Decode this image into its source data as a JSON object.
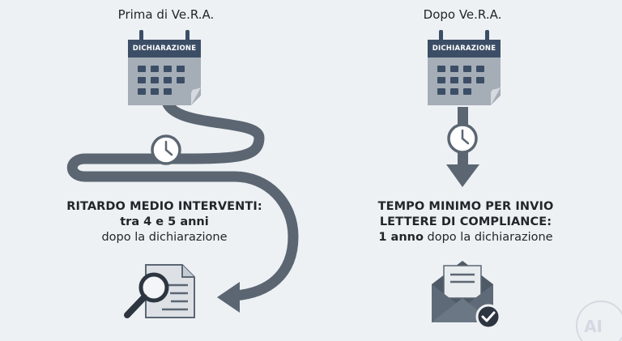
{
  "left": {
    "title": "Prima di Ve.R.A.",
    "calendar_label": "DICHIARAZIONE",
    "caption_line1": "RITARDO MEDIO INTERVENTI:",
    "caption_line2": "tra 4 e 5 anni",
    "caption_line3": "dopo la dichiarazione"
  },
  "right": {
    "title": "Dopo Ve.R.A.",
    "calendar_label": "DICHIARAZIONE",
    "caption_line1": "TEMPO MINIMO PER INVIO",
    "caption_line2": "LETTERE DI COMPLIANCE:",
    "caption_line3_bold": "1 anno",
    "caption_line3_rest": " dopo la dichiarazione"
  },
  "watermark": "AI",
  "colors": {
    "slate": "#5b6672",
    "calendar_header": "#3c4e66",
    "calendar_body": "#a5adb7",
    "paper": "#e2e5e9",
    "background": "#eef1f4"
  },
  "icons": [
    "calendar-icon",
    "clock-icon",
    "document-magnifier-icon",
    "envelope-check-icon"
  ]
}
